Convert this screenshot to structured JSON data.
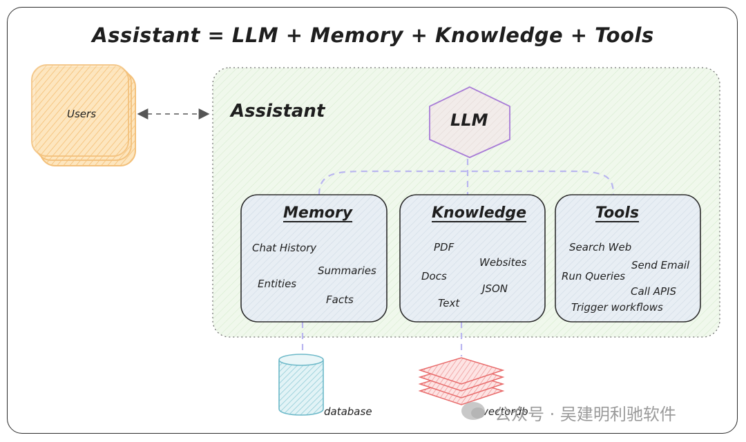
{
  "title": "Assistant = LLM + Memory + Knowledge + Tools",
  "users": {
    "label": "Users"
  },
  "assistant": {
    "label": "Assistant"
  },
  "llm": {
    "label": "LLM"
  },
  "memory": {
    "title": "Memory",
    "items": [
      "Chat History",
      "Summaries",
      "Entities",
      "Facts"
    ]
  },
  "knowledge": {
    "title": "Knowledge",
    "items": [
      "PDF",
      "Websites",
      "Docs",
      "JSON",
      "Text"
    ]
  },
  "tools": {
    "title": "Tools",
    "items": [
      "Search Web",
      "Send Email",
      "Run Queries",
      "Call APIS",
      "Trigger workflows"
    ]
  },
  "stores": {
    "database": "database",
    "vectordb": "vectordb"
  },
  "watermark": "公众号 · 吴建明利驰软件",
  "colors": {
    "assistant_fill": "#edf7e8",
    "users_fill": "#fde2b3",
    "users_stroke": "#f3c07a",
    "llm_stroke": "#a77ad6",
    "card_fill": "#e6ecf2",
    "connector": "#b9b5f0",
    "database_stroke": "#6bb8c8",
    "vectordb_stroke": "#e86a6a"
  }
}
